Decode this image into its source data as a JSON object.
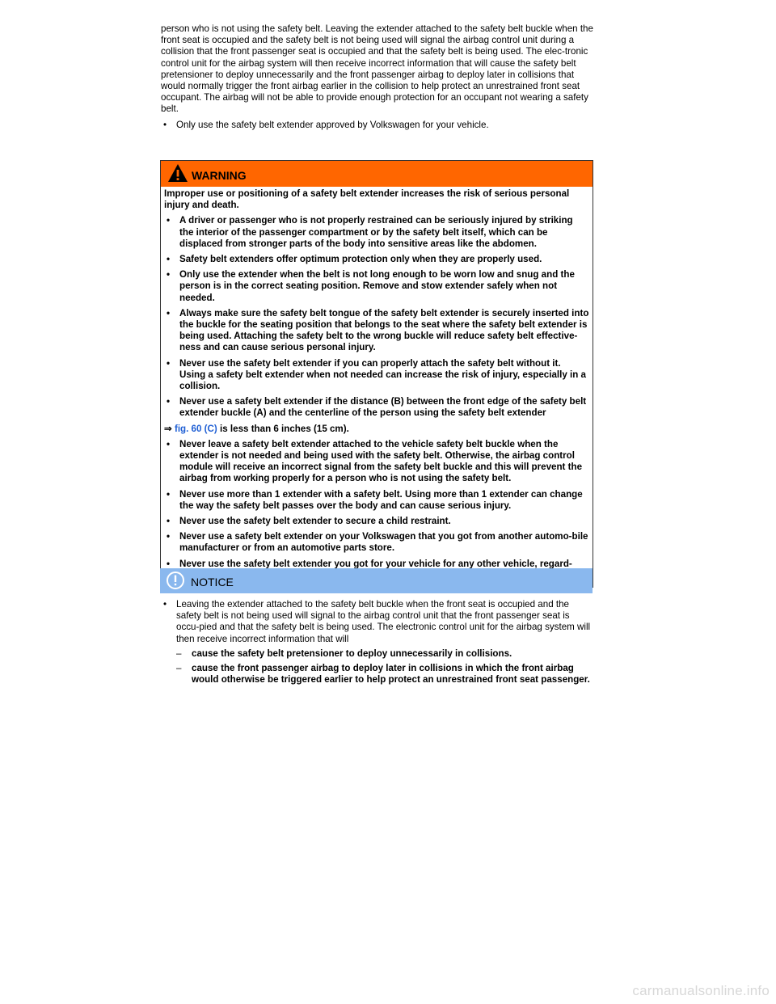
{
  "intro": {
    "paragraph": "person who is not using the safety belt. Leaving the extender attached to the safety belt buckle when the front seat is occupied and the safety belt is not being used will signal the airbag control unit during a collision that the front passenger seat is occupied and that the safety belt is being used. The elec-tronic control unit for the airbag system will then receive incorrect information that will cause the safety belt pretensioner to deploy unnecessarily and the front passenger airbag to deploy later in collisions that would normally trigger the front airbag earlier in the collision to help protect an unrestrained front seat occupant. The airbag will not be able to provide enough protection for an occupant not wearing a safety belt.",
    "bullet": "Only use the safety belt extender approved by Volkswagen for your vehicle."
  },
  "warning": {
    "title": "WARNING",
    "header_color": "#ff6600",
    "lead": "Improper use or positioning of a safety belt extender increases the risk of serious personal injury and death.",
    "items": [
      "A driver or passenger who is not properly restrained can be seriously injured by striking the interior of the passenger compartment or by the safety belt itself, which can be displaced from stronger parts of the body into sensitive areas like the abdomen.",
      "Safety belt extenders offer optimum protection only when they are properly used.",
      "Only use the extender when the belt is not long enough to be worn low and snug and the person is in the correct seating position. Remove and stow extender safely when not needed.",
      "Always make sure the safety belt tongue of the safety belt extender is securely inserted into the buckle for the seating position that belongs to the seat where the safety belt extender is being used. Attaching the safety belt to the wrong buckle will reduce safety belt effective-ness and can cause serious personal injury.",
      "Never use the safety belt extender if you can properly attach the safety belt without it. Using a safety belt extender when not needed can increase the risk of injury, especially in a collision.",
      "Never use a safety belt extender if the distance (B) between the front edge of the safety belt extender buckle (A) and the centerline of the person using the safety belt extender"
    ],
    "item6_cont_arrow": "⇒",
    "item6_cont_link": "fig. 60 (C)",
    "item6_cont_text": "is less than 6 inches (15 cm).",
    "items_after": [
      "Never leave a safety belt extender attached to the vehicle safety belt buckle when the extender is not needed and being used with the safety belt. Otherwise, the airbag control module will receive an incorrect signal from the safety belt buckle and this will prevent the airbag from working properly for a person who is not using the safety belt.",
      "Never use more than 1 extender with a safety belt. Using more than 1 extender can change the way the safety belt passes over the body and can cause serious injury.",
      "Never use the safety belt extender to secure a child restraint.",
      "Never use a safety belt extender on your Volkswagen that you got from another automo-bile manufacturer or from an automotive parts store.",
      "Never use the safety belt extender you got for your vehicle for any other vehicle, regard-less of make, model, or model year."
    ]
  },
  "notice": {
    "title": "NOTICE",
    "header_color": "#8ab8ee",
    "bullet": "Leaving the extender attached to the safety belt buckle when the front seat is occupied and the safety belt is not being used will signal to the airbag control unit that the front passenger seat is occu-pied and that the safety belt is being used. The electronic control unit for the airbag system will then receive incorrect information that will",
    "dashes": [
      "cause the safety belt pretensioner to deploy unnecessarily in collisions.",
      "cause the front passenger airbag to deploy later in collisions in which the front airbag would otherwise be triggered earlier to help protect an unrestrained front seat passenger."
    ]
  },
  "watermark": "carmanualsonline.info"
}
